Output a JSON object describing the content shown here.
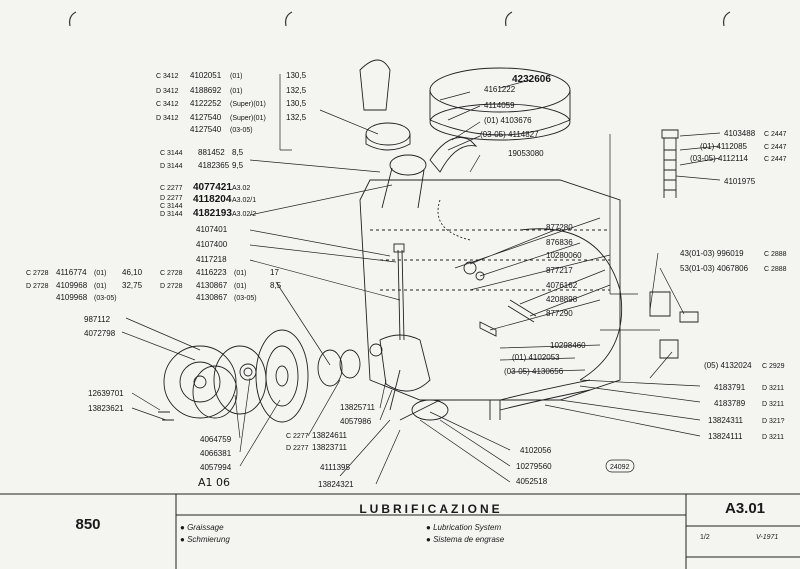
{
  "sheet": {
    "model": "850",
    "title": "LUBRIFICAZIONE",
    "code": "A3.01",
    "page": "1/2",
    "date": "V-1971",
    "ref_mark": "24092",
    "lang_fr": "Graissage",
    "lang_de": "Schmierung",
    "lang_en": "Lubrication System",
    "lang_es": "Sistema de engrase",
    "bullet": "●"
  },
  "callouts": {
    "top_main": "4232606",
    "top_list": [
      "4161222",
      "4114059",
      "(01)  4103676",
      "(03-05) 4114827",
      "19053080"
    ],
    "right_list": [
      "4103488",
      "(01) 4112085",
      "(03-05) 4112114"
    ],
    "right_codes": [
      "C 2447",
      "C 2447",
      "C 2447"
    ],
    "p4101975": "4101975",
    "mid_right": [
      "877280",
      "876836",
      "10280060",
      "877217",
      "4076162",
      "4208898",
      "877290"
    ],
    "p996019": "43(01-03) 996019",
    "p996019_code": "C 2888",
    "p4067806": "53(01-03) 4067806",
    "p4067806_code": "C 2888",
    "p10298460": "10298460",
    "p4102053": "(01) 4102053",
    "p4130656": "(03-05) 4130656",
    "p4132024": "(05) 4132024",
    "p4132024_code": "C 2929",
    "bottom_right": [
      "4183791",
      "4183789",
      "13824311",
      "13824111"
    ],
    "bottom_right_codes": [
      "D 3211",
      "D 3211",
      "D 321?",
      "D 3211"
    ],
    "p4102056": "4102056",
    "p10279560": "10279560",
    "p4052518": "4052518",
    "bottom_mid": [
      "13825711",
      "4057986"
    ],
    "p13824611": "13824611",
    "p13823711": "13823711",
    "code_c2277": "C 2277",
    "code_d2277": "D 2277",
    "p4111395": "4111395",
    "p13824321": "13824321",
    "bottom_left": [
      "4064759",
      "4066381",
      "4057994"
    ],
    "handwritten": "A1 06",
    "left_small": [
      "12639701",
      "13823621"
    ],
    "left_987112": "987112",
    "left_4072798": "4072798",
    "stack": [
      "4107401",
      "4107400",
      "4117218"
    ],
    "tl_rows": [
      {
        "code": "C 3412",
        "part": "4102051",
        "note": "(01)",
        "val": "130,5"
      },
      {
        "code": "D 3412",
        "part": "4188692",
        "note": "(01)",
        "val": "132,5"
      },
      {
        "code": "C 3412",
        "part": "4122252",
        "note": "(Super)(01)",
        "val": "130,5"
      },
      {
        "code": "D 3412",
        "part": "4127540",
        "note": "(Super)(01)",
        "val": "132,5"
      },
      {
        "code": "",
        "part": "4127540",
        "note": "(03-05)",
        "val": ""
      }
    ],
    "r3144": [
      {
        "code": "C 3144",
        "part": "881452",
        "val": "8,5"
      },
      {
        "code": "D 3144",
        "part": "4182365",
        "val": "9,5"
      }
    ],
    "r2277": [
      {
        "code": "C 2277",
        "part": "4077421",
        "note": "A3.02"
      },
      {
        "code": "D 2277",
        "part": "4118204",
        "note": "A3.02/1"
      },
      {
        "code": "C 3144",
        "part": "",
        "note": ""
      },
      {
        "code": "D 3144",
        "part": "4182193",
        "note": "A3.02/2"
      }
    ],
    "r2728a": [
      {
        "code": "C 2728",
        "part": "4116774",
        "note": "(01)",
        "val": "46,10"
      },
      {
        "code": "D 2728",
        "part": "4109968",
        "note": "(01)",
        "val": "32,75"
      },
      {
        "code": "",
        "part": "4109968",
        "note": "(03-05)",
        "val": ""
      }
    ],
    "r2728b": [
      {
        "code": "C 2728",
        "part": "4116223",
        "note": "(01)",
        "val": "17"
      },
      {
        "code": "D 2728",
        "part": "4130867",
        "note": "(01)",
        "val": "8,5"
      },
      {
        "code": "",
        "part": "4130867",
        "note": "(03-05)",
        "val": ""
      }
    ]
  },
  "colors": {
    "ink": "#151515",
    "paper": "#f4f4f1"
  }
}
